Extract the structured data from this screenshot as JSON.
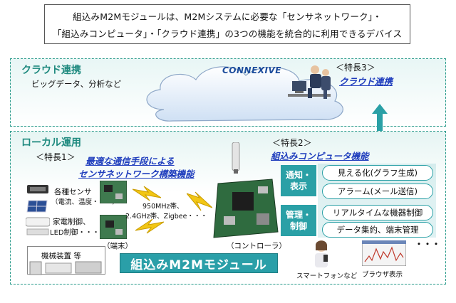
{
  "header": {
    "line1": "組込みM2Mモジュールは、M2Mシステムに必要な「センサネットワーク」・",
    "line2": "「組込みコンピュータ」・「クラウド連携」の3つの機能を統合的に利用できるデバイス"
  },
  "cloud": {
    "title": "クラウド連携",
    "subtitle": "ビッグデータ、分析など",
    "logo": "CONNEXIVE",
    "feature3_label": "＜特長3＞",
    "feature3_title": "クラウド連携"
  },
  "local": {
    "title": "ローカル運用",
    "feature1_label": "＜特長1＞",
    "feature1_title_line1": "最適な通信手段による",
    "feature1_title_line2": "センサネットワーク構築機能",
    "feature2_label": "＜特長2＞",
    "feature2_title": "組込みコンピュータ機能",
    "sensor_line1": "各種センサ",
    "sensor_line2": "（電流、温度・・・）",
    "appliance_line1": "家電制御、",
    "appliance_line2": "LED制御・・・",
    "machine": "機械装置 等",
    "freq_line1": "950MHz帯、",
    "freq_line2": "2.4GHz帯、Zigbee・・・",
    "terminal_caption": "（端末）",
    "controller_caption": "（コントローラ）",
    "module_banner": "組込みM2Mモジュール",
    "notify_box": "通知・\n表示",
    "notify_box_l1": "通知・",
    "notify_box_l2": "表示",
    "manage_box_l1": "管理・",
    "manage_box_l2": "制御",
    "items": [
      "見える化(グラフ生成)",
      "アラーム(メール送信)",
      "リアルタイムな機器制御",
      "データ集約、端末管理"
    ],
    "ellipsis": "・・・",
    "smartphone": "スマートフォンなど",
    "browser": "ブラウザ表示"
  }
}
